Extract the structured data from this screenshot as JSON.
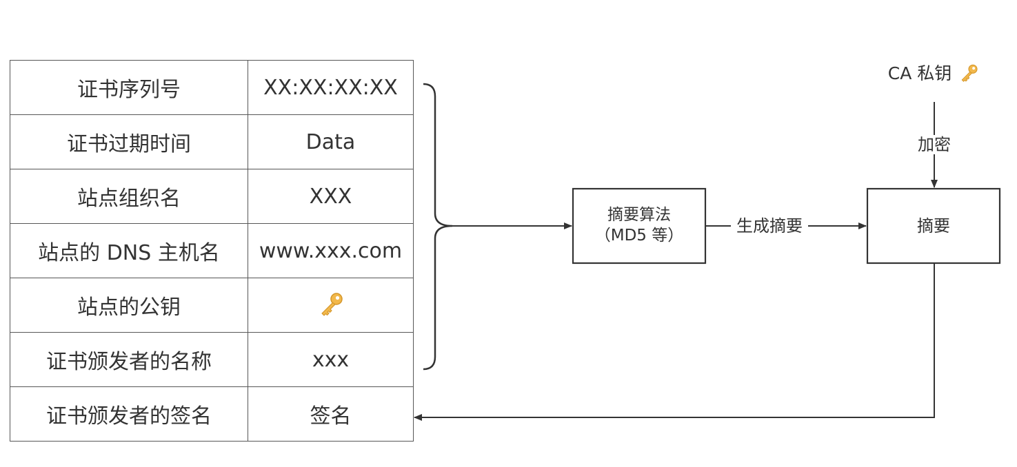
{
  "table": {
    "rows": [
      {
        "field": "证书序列号",
        "value": "XX:XX:XX:XX"
      },
      {
        "field": "证书过期时间",
        "value": "Data"
      },
      {
        "field": "站点组织名",
        "value": "XXX"
      },
      {
        "field": "站点的 DNS 主机名",
        "value": "www.xxx.com"
      },
      {
        "field": "站点的公钥",
        "value": "",
        "icon": "key-icon"
      },
      {
        "field": "证书颁发者的名称",
        "value": "xxx"
      },
      {
        "field": "证书颁发者的签名",
        "value": "签名"
      }
    ]
  },
  "nodes": {
    "digest_algorithm": {
      "line1": "摘要算法",
      "line2": "（MD5 等）"
    },
    "digest": {
      "label": "摘要"
    },
    "ca_private_key": {
      "label": "CA 私钥",
      "icon": "key-icon"
    }
  },
  "edges": {
    "generate_digest": "生成摘要",
    "encrypt": "加密"
  },
  "colors": {
    "stroke": "#333333",
    "border": "#555555",
    "key_gold": "#F2B84B"
  }
}
